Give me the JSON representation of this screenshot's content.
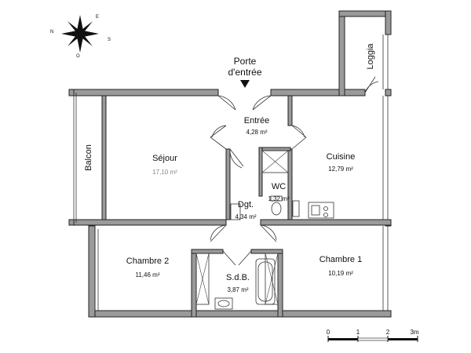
{
  "compass": {
    "n": "N",
    "e": "E",
    "s": "S",
    "o": "O"
  },
  "entrance": {
    "line1": "Porte",
    "line2": "d'entrée"
  },
  "rooms": {
    "loggia": {
      "name": "Loggia"
    },
    "balcon": {
      "name": "Balcon"
    },
    "entree": {
      "name": "Entrée",
      "area": "4,28 m²"
    },
    "sejour": {
      "name": "Séjour",
      "area": "17,10 m²"
    },
    "cuisine": {
      "name": "Cuisine",
      "area": "12,79 m²"
    },
    "wc": {
      "name": "WC",
      "area": "1,32 m²"
    },
    "dgt": {
      "name": "Dgt.",
      "area": "4,34 m²"
    },
    "chambre2": {
      "name": "Chambre 2",
      "area": "11,46 m²"
    },
    "chambre1": {
      "name": "Chambre 1",
      "area": "10,19 m²"
    },
    "sdb": {
      "name": "S.d.B.",
      "area": "3,87 m²"
    }
  },
  "scale": {
    "t0": "0",
    "t1": "1",
    "t2": "2",
    "t3": "3m"
  }
}
